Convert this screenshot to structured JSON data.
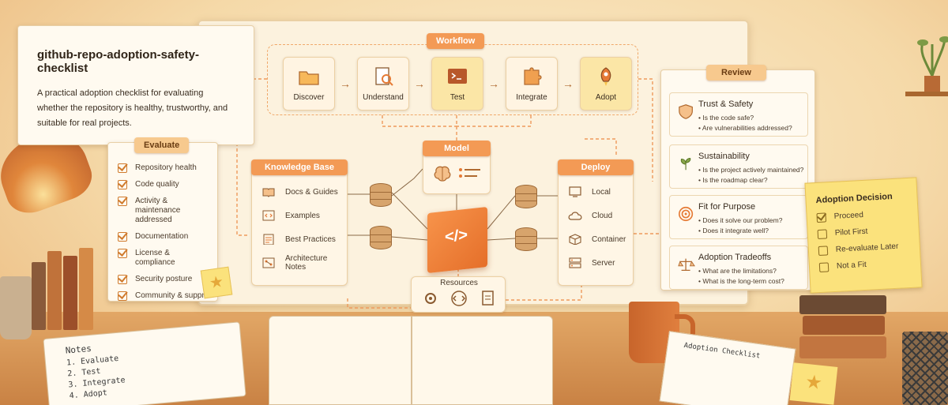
{
  "title": "github-repo-adoption-safety-checklist",
  "description": "A practical adoption checklist for evaluating whether the repository is healthy, trustworthy, and suitable for real projects.",
  "evaluate": {
    "label": "Evaluate",
    "items": [
      {
        "text": "Repository health",
        "checked": true
      },
      {
        "text": "Code quality",
        "checked": true
      },
      {
        "text": "Activity & maintenance addressed",
        "checked": true
      },
      {
        "text": "Documentation",
        "checked": true
      },
      {
        "text": "License & compliance",
        "checked": true
      },
      {
        "text": "Security posture",
        "checked": true
      },
      {
        "text": "Community & suppr",
        "checked": true
      }
    ]
  },
  "workflow": {
    "label": "Workflow",
    "steps": [
      {
        "label": "Discover",
        "icon": "folder-icon"
      },
      {
        "label": "Understand",
        "icon": "document-search-icon"
      },
      {
        "label": "Test",
        "icon": "terminal-icon"
      },
      {
        "label": "Integrate",
        "icon": "puzzle-icon"
      },
      {
        "label": "Adopt",
        "icon": "rocket-icon"
      }
    ]
  },
  "knowledge_base": {
    "label": "Knowledge Base",
    "items": [
      {
        "label": "Docs & Guides",
        "icon": "book-icon"
      },
      {
        "label": "Examples",
        "icon": "code-icon"
      },
      {
        "label": "Best Practices",
        "icon": "checklist-icon"
      },
      {
        "label": "Architecture Notes",
        "icon": "diagram-icon"
      }
    ]
  },
  "model": {
    "label": "Model",
    "icon": "brain-icon"
  },
  "resources": {
    "label": "Resources"
  },
  "deploy": {
    "label": "Deploy",
    "items": [
      {
        "label": "Local",
        "icon": "monitor-icon"
      },
      {
        "label": "Cloud",
        "icon": "cloud-icon"
      },
      {
        "label": "Container",
        "icon": "box-icon"
      },
      {
        "label": "Server",
        "icon": "server-icon"
      }
    ]
  },
  "review": {
    "label": "Review",
    "items": [
      {
        "title": "Trust & Safety",
        "icon": "shield-icon",
        "points": [
          "• Is the code safe?",
          "• Are vulnerabilities addressed?"
        ]
      },
      {
        "title": "Sustainability",
        "icon": "sprout-icon",
        "points": [
          "• Is the project actively maintained?",
          "• Is the roadmap clear?"
        ]
      },
      {
        "title": "Fit for Purpose",
        "icon": "target-icon",
        "points": [
          "• Does it solve our problem?",
          "• Does it integrate well?"
        ]
      },
      {
        "title": "Adoption Tradeoffs",
        "icon": "scale-icon",
        "points": [
          "• What are the limitations?",
          "• What is the long-term cost?"
        ]
      }
    ]
  },
  "decision": {
    "title": "Adoption Decision",
    "options": [
      {
        "text": "Proceed",
        "checked": true
      },
      {
        "text": "Pilot First",
        "checked": false
      },
      {
        "text": "Re-evaluate Later",
        "checked": false
      },
      {
        "text": "Not a Fit",
        "checked": false
      }
    ]
  },
  "notes": {
    "title": "Notes",
    "lines": [
      "1. Evaluate",
      "2. Test",
      "3. Integrate",
      "4. Adopt"
    ]
  },
  "desk_checklist": {
    "title": "Adoption Checklist"
  },
  "colors": {
    "accent": "#f39a55",
    "paper": "#fffaf0",
    "sticky": "#fbe27c",
    "wall": "#f6dcb0"
  }
}
